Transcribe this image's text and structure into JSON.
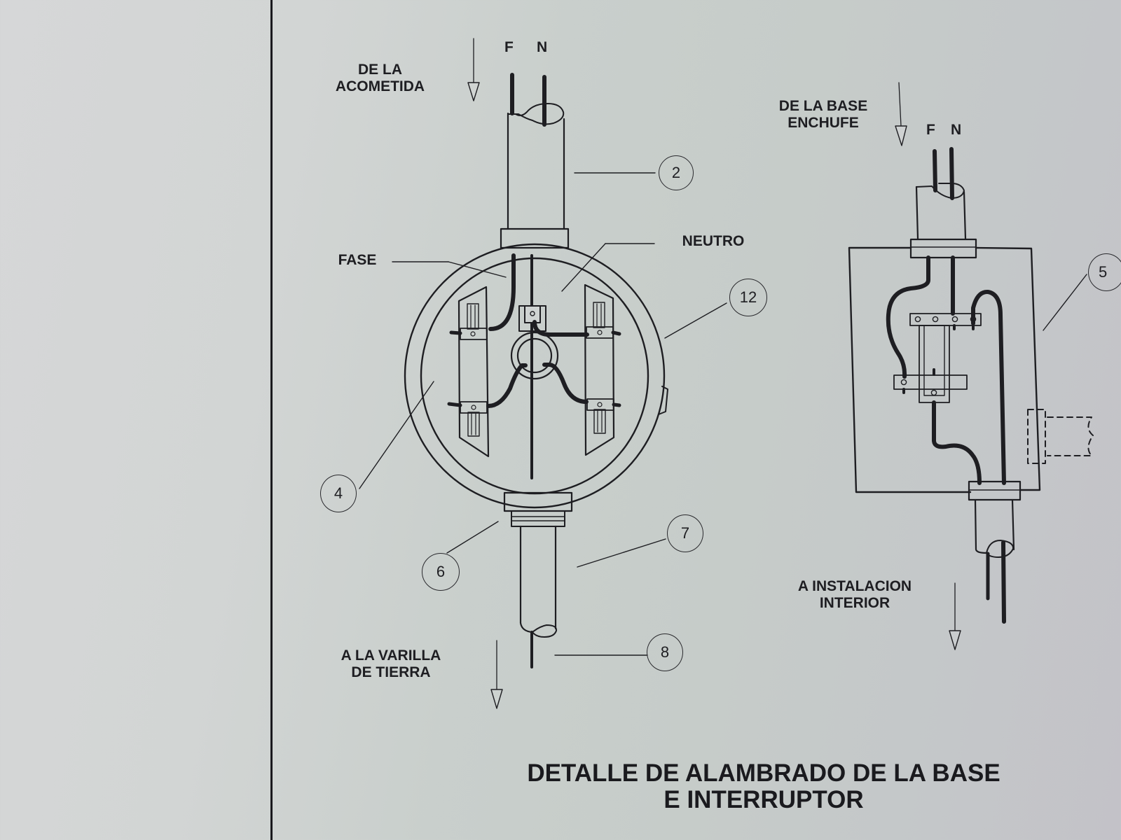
{
  "diagram": {
    "title_line1": "DETALLE DE ALAMBRADO DE LA BASE",
    "title_line2": "E INTERRUPTOR",
    "left_detail": {
      "name": "base enchufe (meter socket)",
      "source_label": "DE LA\nACOMETIDA",
      "wire_labels": {
        "phase": "F",
        "neutral": "N"
      },
      "fase_label": "FASE",
      "neutro_label": "NEUTRO",
      "ground_label": "A LA VARILLA\nDE TIERRA",
      "callouts": [
        "2",
        "12",
        "4",
        "6",
        "7",
        "8"
      ]
    },
    "right_detail": {
      "name": "interruptor (breaker box)",
      "source_label": "DE LA BASE\nENCHUFE",
      "wire_labels": {
        "phase": "F",
        "neutral": "N"
      },
      "output_label": "A INSTALACION\nINTERIOR",
      "callouts": [
        "5"
      ]
    },
    "colors": {
      "background": "#cfd3d2",
      "ink": "#1e1e22"
    }
  }
}
